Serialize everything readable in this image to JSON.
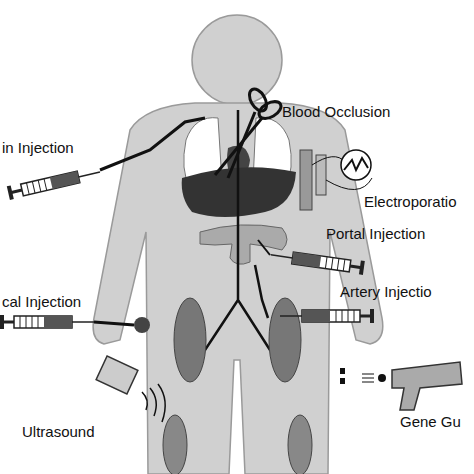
{
  "diagram": {
    "labels": [
      "in Injection",
      "Blood Occlusion",
      "Electroporatio",
      "Portal Injection",
      "Artery Injectio",
      "cal Injection",
      "Gene Gu",
      "Ultrasound"
    ]
  }
}
